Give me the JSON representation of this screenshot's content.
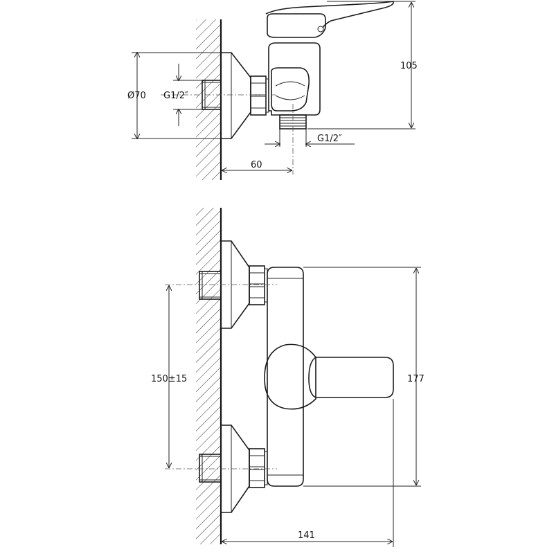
{
  "dimensions": {
    "flange_diameter": "Ø70",
    "inlet_thread": "G1/2″",
    "outlet_thread": "G1/2″",
    "depth_to_outlet": "60",
    "height_top": "105",
    "inlet_spacing": "150±15",
    "body_height": "177",
    "total_depth": "141"
  }
}
